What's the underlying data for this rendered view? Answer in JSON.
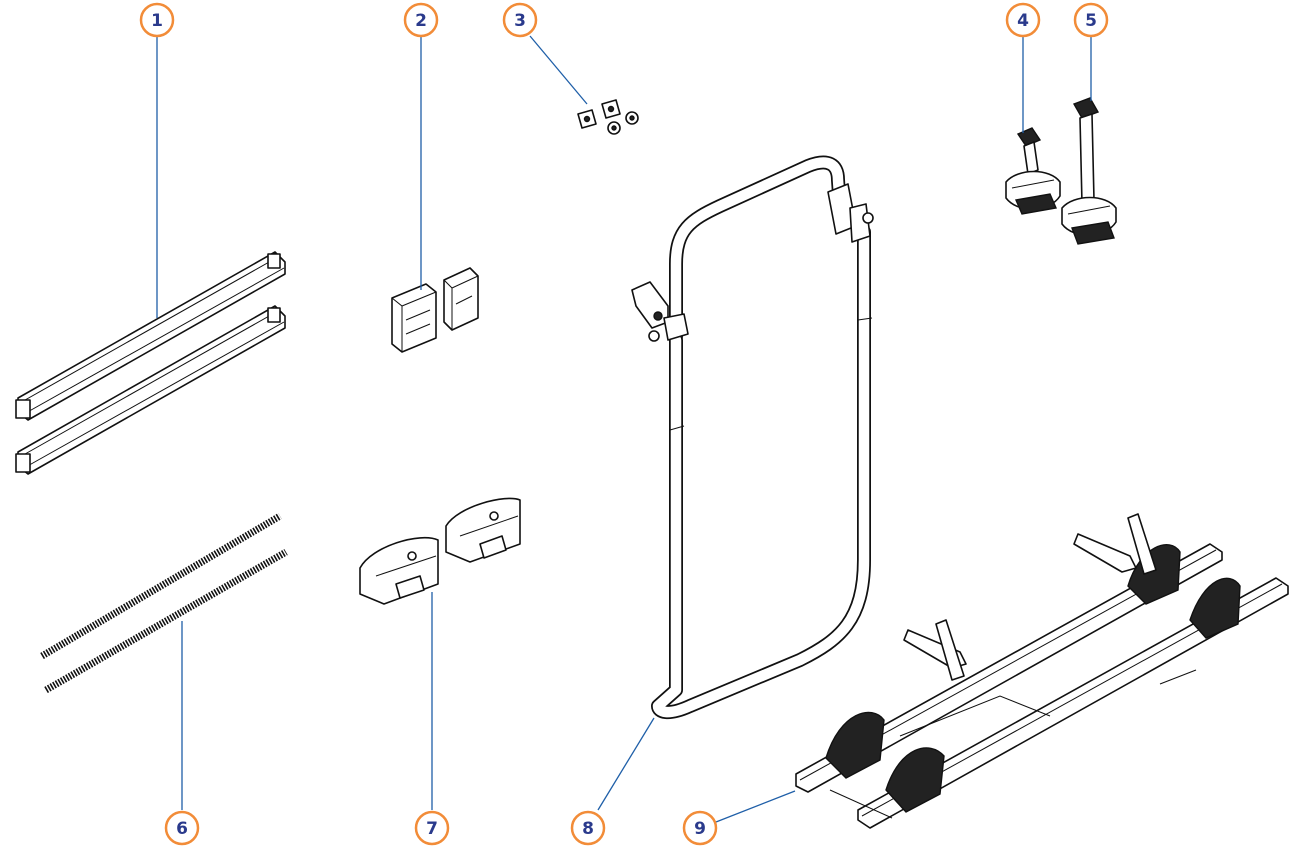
{
  "diagram": {
    "callouts": [
      {
        "id": "c1",
        "label": "1"
      },
      {
        "id": "c2",
        "label": "2"
      },
      {
        "id": "c3",
        "label": "3"
      },
      {
        "id": "c4",
        "label": "4"
      },
      {
        "id": "c5",
        "label": "5"
      },
      {
        "id": "c6",
        "label": "6"
      },
      {
        "id": "c7",
        "label": "7"
      },
      {
        "id": "c8",
        "label": "8"
      },
      {
        "id": "c9",
        "label": "9"
      }
    ]
  },
  "colors": {
    "callout_border": "#f28c38",
    "callout_text": "#2a3a8c",
    "leader_line": "#1f5fa8",
    "line_art": "#111111",
    "background": "#ffffff"
  }
}
